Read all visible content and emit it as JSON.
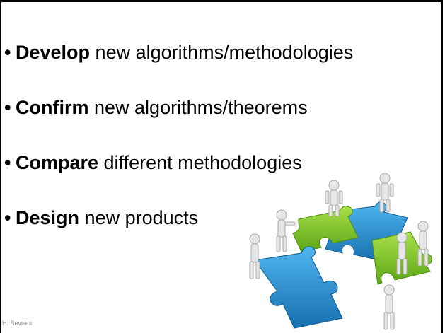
{
  "slide": {
    "bullet_symbol": "•",
    "bullets": [
      {
        "strong": "Develop",
        "rest": " new algorithms/methodologies"
      },
      {
        "strong": "Confirm",
        "rest": " new algorithms/theorems"
      },
      {
        "strong": "Compare",
        "rest": " different methodologies"
      },
      {
        "strong": "Design",
        "rest": " new products"
      }
    ],
    "footer": "H. Bevrani",
    "illustration": {
      "icon": "puzzle-teamwork-figures-icon",
      "colors": {
        "blue_piece": "#1e8fd6",
        "green_piece": "#7ccc1f",
        "figure": "#e7e7e7"
      }
    }
  }
}
